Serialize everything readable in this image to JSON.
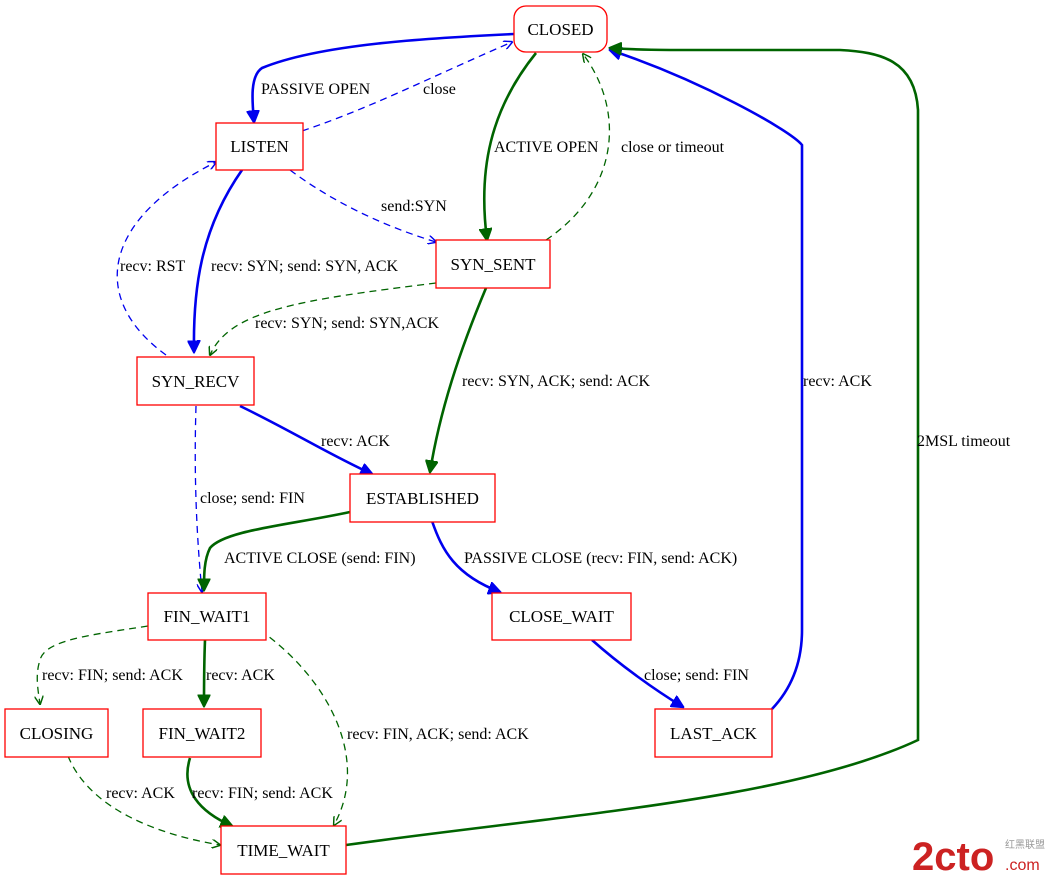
{
  "colors": {
    "passive_path": "#0000ee",
    "active_path": "#006400",
    "node_border": "#ff0000",
    "watermark": "#cc2222"
  },
  "nodes": {
    "closed": "CLOSED",
    "listen": "LISTEN",
    "syn_sent": "SYN_SENT",
    "syn_recv": "SYN_RECV",
    "established": "ESTABLISHED",
    "fin_wait1": "FIN_WAIT1",
    "close_wait": "CLOSE_WAIT",
    "closing": "CLOSING",
    "fin_wait2": "FIN_WAIT2",
    "last_ack": "LAST_ACK",
    "time_wait": "TIME_WAIT"
  },
  "edges": {
    "passive_open": "PASSIVE OPEN",
    "listen_close": "close",
    "active_open": "ACTIVE OPEN",
    "close_or_timeout": "close or timeout",
    "send_syn": "send:SYN",
    "recv_rst": "recv: RST",
    "listen_recv_syn": "recv: SYN; send: SYN, ACK",
    "simultaneous_open": "recv: SYN; send: SYN,ACK",
    "recv_syn_ack": "recv: SYN, ACK; send: ACK",
    "syn_recv_ack": "recv: ACK",
    "last_ack_recv": "recv: ACK",
    "msl_timeout": "2MSL timeout",
    "syn_recv_close": "close; send: FIN",
    "active_close": "ACTIVE CLOSE (send: FIN)",
    "passive_close": "PASSIVE CLOSE (recv: FIN, send: ACK)",
    "fin_wait1_recv_fin": "recv: FIN; send: ACK",
    "fin_wait1_recv_ack": "recv: ACK",
    "fin_wait1_recv_fin_ack": "recv: FIN, ACK; send: ACK",
    "close_wait_close": "close; send: FIN",
    "closing_recv_ack": "recv: ACK",
    "fin_wait2_recv_fin": "recv: FIN; send: ACK"
  },
  "watermark": {
    "brand_main": "2cto",
    "brand_suffix": ".com",
    "brand_cn": "红黑联盟"
  }
}
